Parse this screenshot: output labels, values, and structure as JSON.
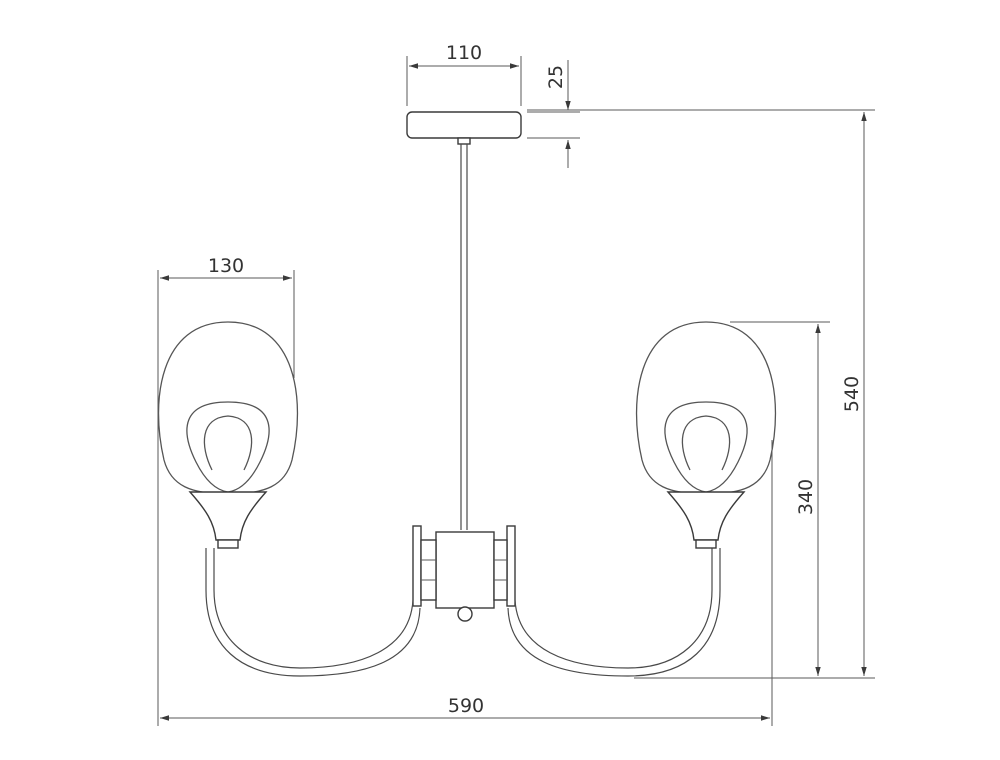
{
  "dimensions": {
    "canopy_width": "110",
    "canopy_height": "25",
    "shade_width": "130",
    "total_height": "540",
    "arm_height": "340",
    "total_width": "590"
  },
  "colors": {
    "line": "#4a4a4a",
    "text": "#333333",
    "background": "#ffffff"
  }
}
